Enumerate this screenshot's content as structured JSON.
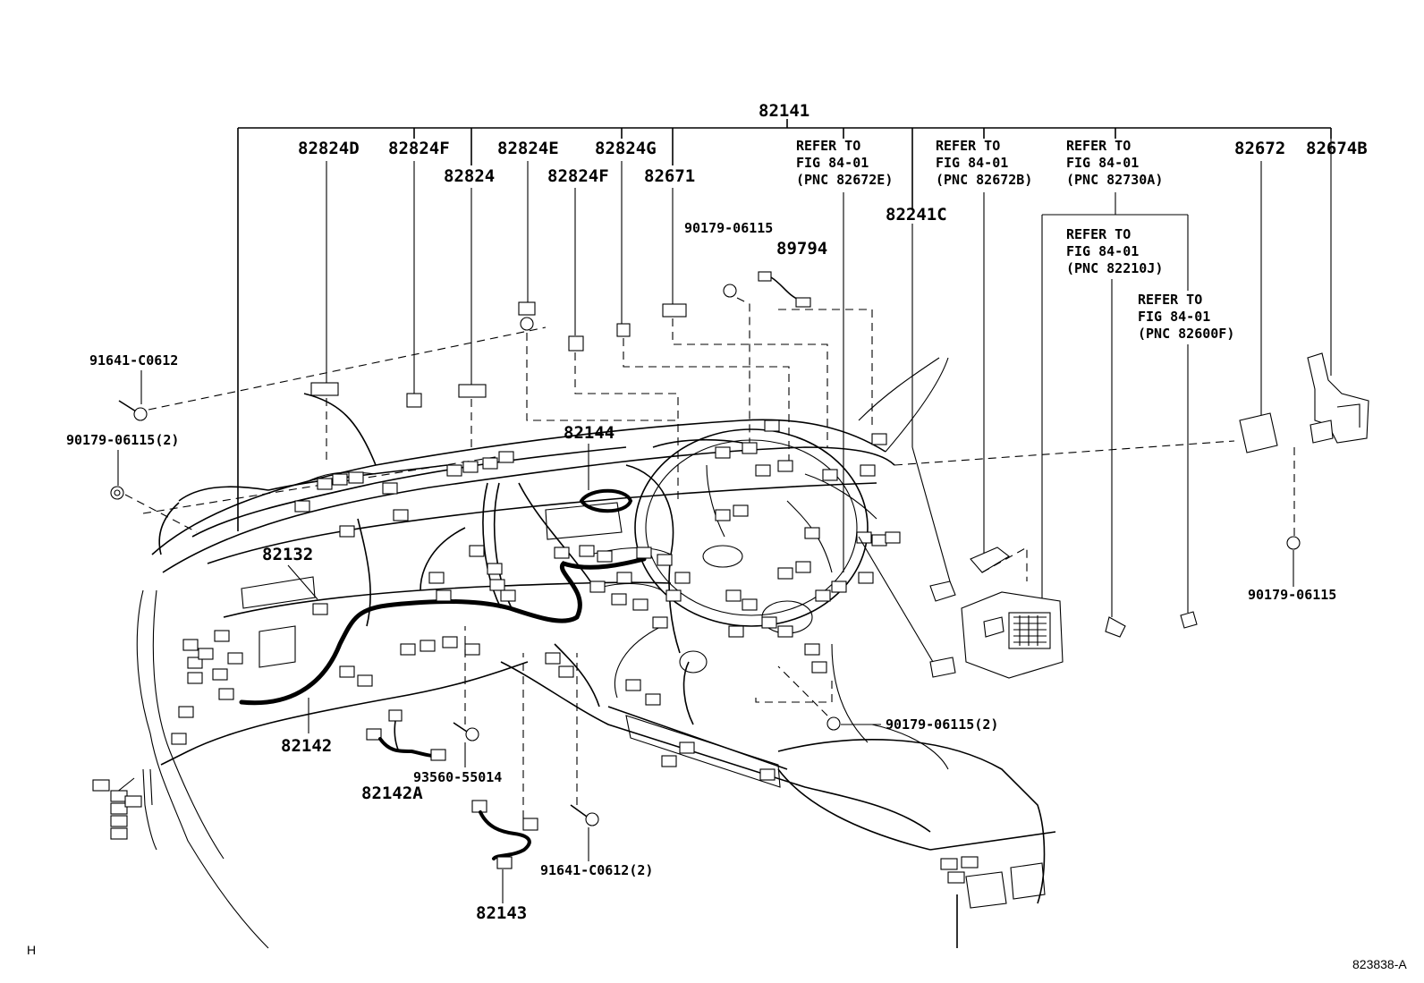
{
  "corner_left": "H",
  "corner_right": "823838-A",
  "main_part": "82141",
  "parts": {
    "p82824D": "82824D",
    "p82824F_a": "82824F",
    "p82824E": "82824E",
    "p82824G": "82824G",
    "p82824": "82824",
    "p82824F_b": "82824F",
    "p82671": "82671",
    "p82241C": "82241C",
    "p82672": "82672",
    "p82674B": "82674B",
    "p89794": "89794",
    "p82144": "82144",
    "p82132": "82132",
    "p82142": "82142",
    "p82142A": "82142A",
    "p82143": "82143"
  },
  "fasteners": {
    "f91641_C0612": "91641-C0612",
    "f90179_06115_2_left": "90179-06115(2)",
    "f90179_06115_top": "90179-06115",
    "f90179_06115_right": "90179-06115",
    "f90179_06115_2_mid": "90179-06115(2)",
    "f93560_55014": "93560-55014",
    "f91641_C0612_2": "91641-C0612(2)"
  },
  "refer_notes": [
    {
      "line1": "REFER TO",
      "line2": "FIG 84-01",
      "line3": "(PNC 82672E)"
    },
    {
      "line1": "REFER TO",
      "line2": "FIG 84-01",
      "line3": "(PNC 82672B)"
    },
    {
      "line1": "REFER TO",
      "line2": "FIG 84-01",
      "line3": "(PNC 82730A)"
    },
    {
      "line1": "REFER TO",
      "line2": "FIG 84-01",
      "line3": "(PNC 82210J)"
    },
    {
      "line1": "REFER TO",
      "line2": "FIG 84-01",
      "line3": "(PNC 82600F)"
    }
  ]
}
